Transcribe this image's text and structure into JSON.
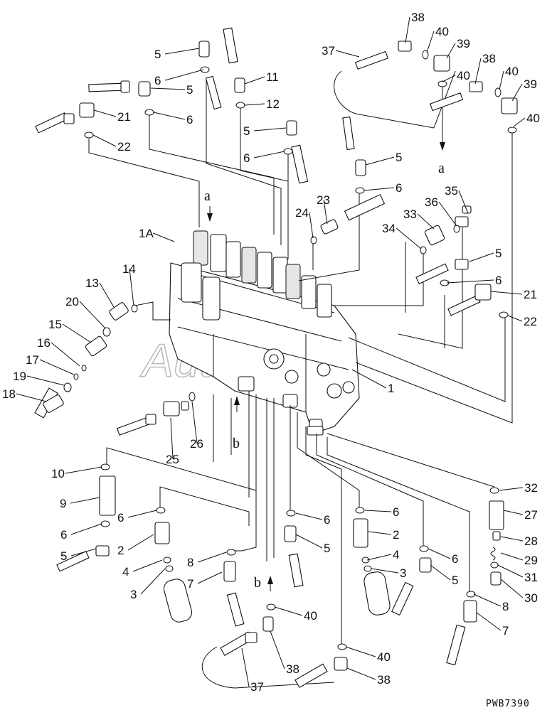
{
  "drawing_number": "PWB7390",
  "watermark": "Autosoft",
  "flow_markers": {
    "a": "a",
    "b": "b"
  },
  "callouts": [
    "1",
    "1A",
    "2",
    "3",
    "4",
    "5",
    "6",
    "7",
    "8",
    "9",
    "10",
    "11",
    "12",
    "13",
    "14",
    "15",
    "16",
    "17",
    "18",
    "19",
    "20",
    "21",
    "22",
    "23",
    "24",
    "25",
    "26",
    "27",
    "28",
    "29",
    "30",
    "31",
    "32",
    "33",
    "34",
    "35",
    "36",
    "37",
    "38",
    "39",
    "40"
  ]
}
